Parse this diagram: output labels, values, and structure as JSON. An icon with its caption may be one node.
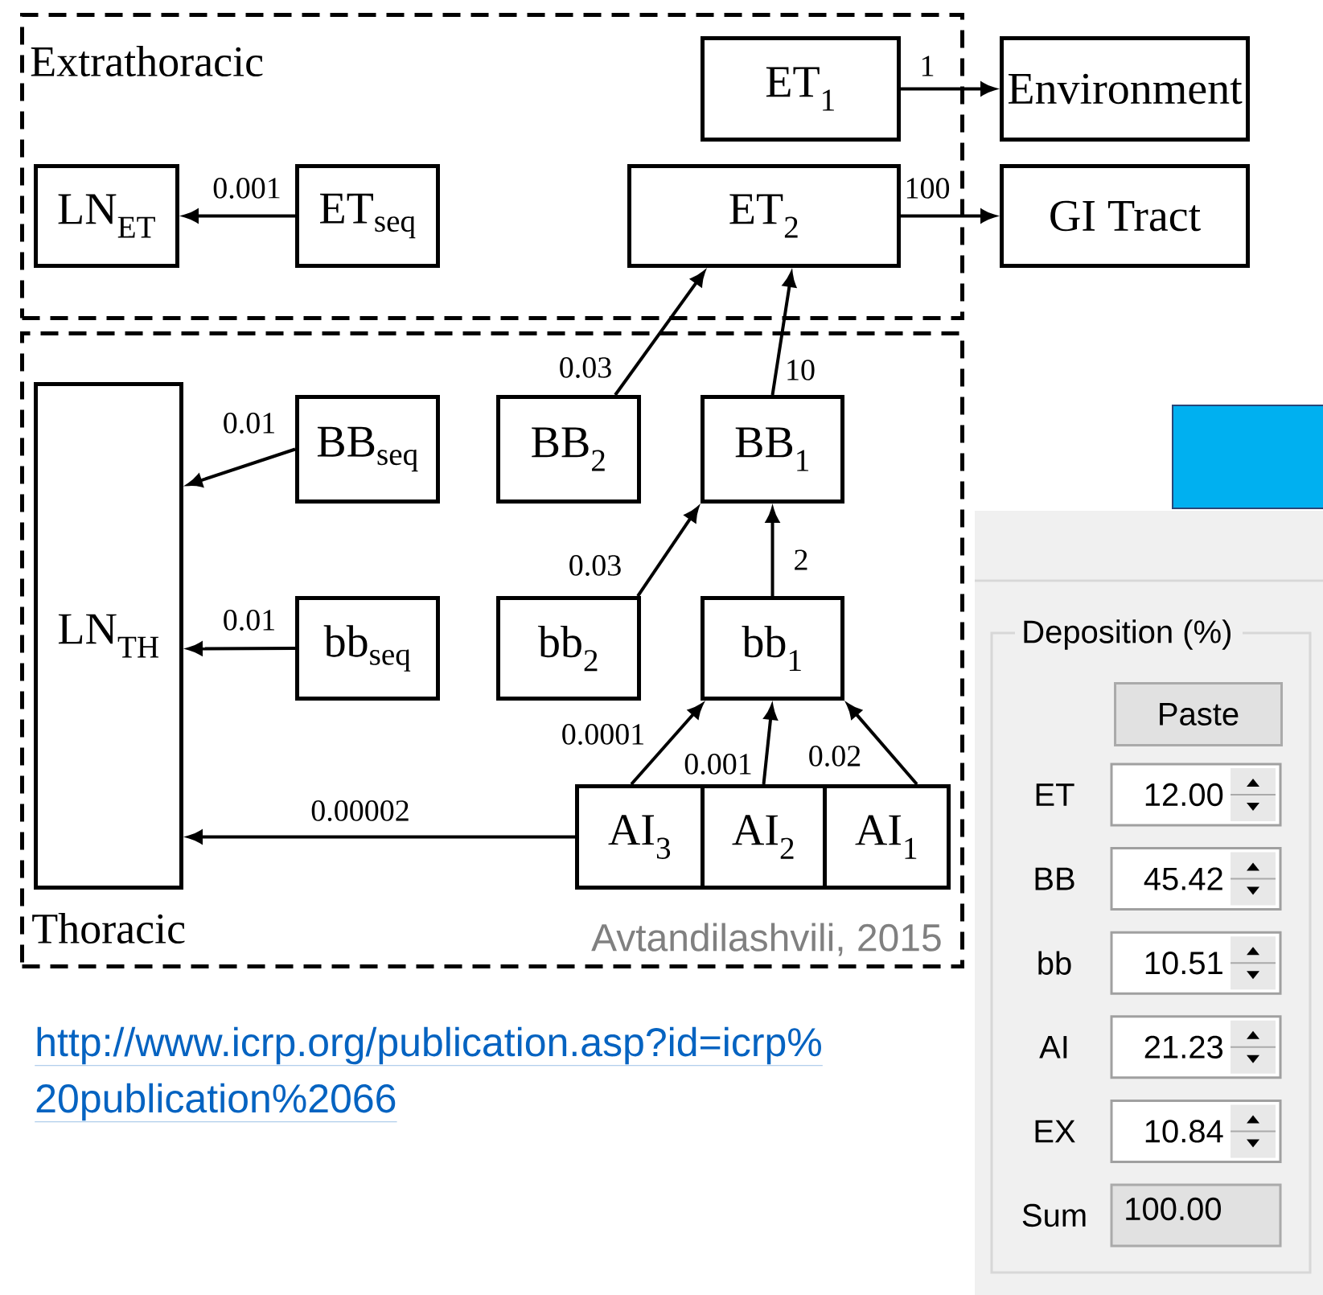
{
  "diagram": {
    "nodes": [
      {
        "text": [
          "Extrathoracic"
        ]
      },
      {
        "text": [
          "ET$_{1}$"
        ],
        "in": 0
      },
      {
        "text": [
          "Environment"
        ]
      },
      {
        "text": [
          "LN$_{ET}$"
        ],
        "in": 0
      },
      {
        "text": [
          "ET$_{seq}$"
        ],
        "in": 0
      },
      {
        "text": [
          "ET$_{2}$"
        ],
        "in": 0
      },
      {
        "text": [
          "GI Tract"
        ]
      },
      {
        "text": [
          "Thoracic"
        ]
      },
      {
        "text": [
          "LN$_{TH}$"
        ],
        "in": 7
      },
      {
        "text": [
          "BB$_{seq}$"
        ],
        "in": 7
      },
      {
        "text": [
          "BB$_{2}$"
        ],
        "in": 7
      },
      {
        "text": [
          "BB$_{1}$"
        ],
        "in": 7
      },
      {
        "text": [
          "bb$_{seq}$"
        ],
        "in": 7
      },
      {
        "text": [
          "bb$_{2}$"
        ],
        "in": 7
      },
      {
        "text": [
          "bb$_{1}$"
        ],
        "in": 7
      },
      {
        "text": [
          "AI$_{3}$"
        ],
        "in": 7
      },
      {
        "text": [
          "AI$_{2}$"
        ],
        "in": 7
      },
      {
        "text": [
          "AI$_{1}$"
        ],
        "in": 7
      }
    ],
    "edges": [
      {
        "from": 1,
        "to": 2,
        "arrow": "to",
        "label": "1"
      },
      {
        "from": 4,
        "to": 3,
        "arrow": "to",
        "label": "0.001"
      },
      {
        "from": 5,
        "to": 6,
        "arrow": "to",
        "label": "100"
      },
      {
        "from": 10,
        "to": 5,
        "arrow": "to",
        "label": "0.03"
      },
      {
        "from": 11,
        "to": 5,
        "arrow": "to",
        "label": "10"
      },
      {
        "from": 9,
        "to": 8,
        "arrow": "to",
        "label": "0.01"
      },
      {
        "from": 12,
        "to": 8,
        "arrow": "to",
        "label": "0.01"
      },
      {
        "from": 13,
        "to": 11,
        "arrow": "to",
        "label": "0.03"
      },
      {
        "from": 14,
        "to": 11,
        "arrow": "to",
        "label": "2"
      },
      {
        "from": 15,
        "to": 14,
        "arrow": "to",
        "label": "0.0001"
      },
      {
        "from": 16,
        "to": 14,
        "arrow": "to",
        "label": "0.001"
      },
      {
        "from": 17,
        "to": 14,
        "arrow": "to",
        "label": "0.02"
      },
      {
        "from": 15,
        "to": 8,
        "arrow": "to",
        "label": "0.00002"
      }
    ],
    "labels": [
      "Avtandilashvili, 2015",
      "http://www.icrp.org/publication.asp?id=icrp%",
      "20publication%2066",
      "Deposition (%)",
      "Paste",
      "ET",
      "12.00",
      "BB",
      "45.42",
      "bb",
      "10.51",
      "AI",
      "21.23",
      "EX",
      "10.84",
      "Sum",
      "100.00"
    ]
  }
}
